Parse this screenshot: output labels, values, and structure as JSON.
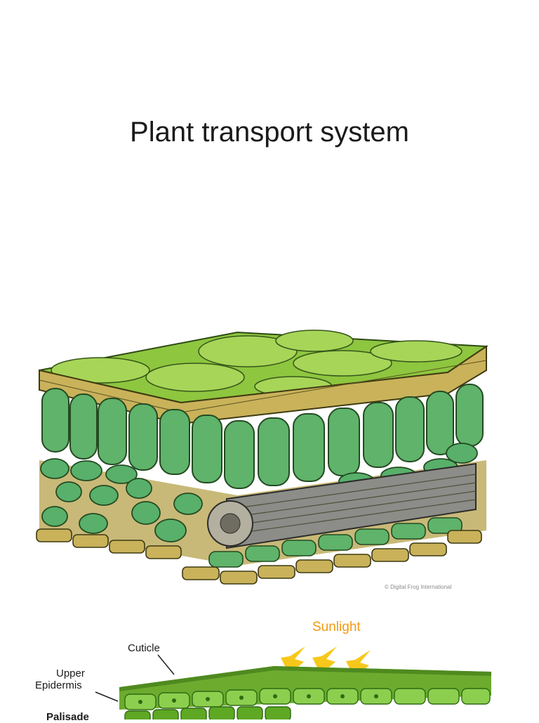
{
  "slide": {
    "title": "Plant transport system"
  },
  "figure1": {
    "credit": "© Digital Frog International",
    "colors": {
      "cell_green": "#7dbf4a",
      "epidermis_tan": "#c9b25a",
      "palisade_green": "#5fb36a",
      "vein_gray": "#8c8c88"
    }
  },
  "figure2": {
    "sunlight": "Sunlight",
    "labels": {
      "cuticle": "Cuticle",
      "upper_epidermis_1": "Upper",
      "upper_epidermis_2": "Epidermis",
      "palisade": "Palisade"
    },
    "colors": {
      "sun_arrow": "#f7c81b",
      "leaf_green": "#6cab2e"
    }
  }
}
